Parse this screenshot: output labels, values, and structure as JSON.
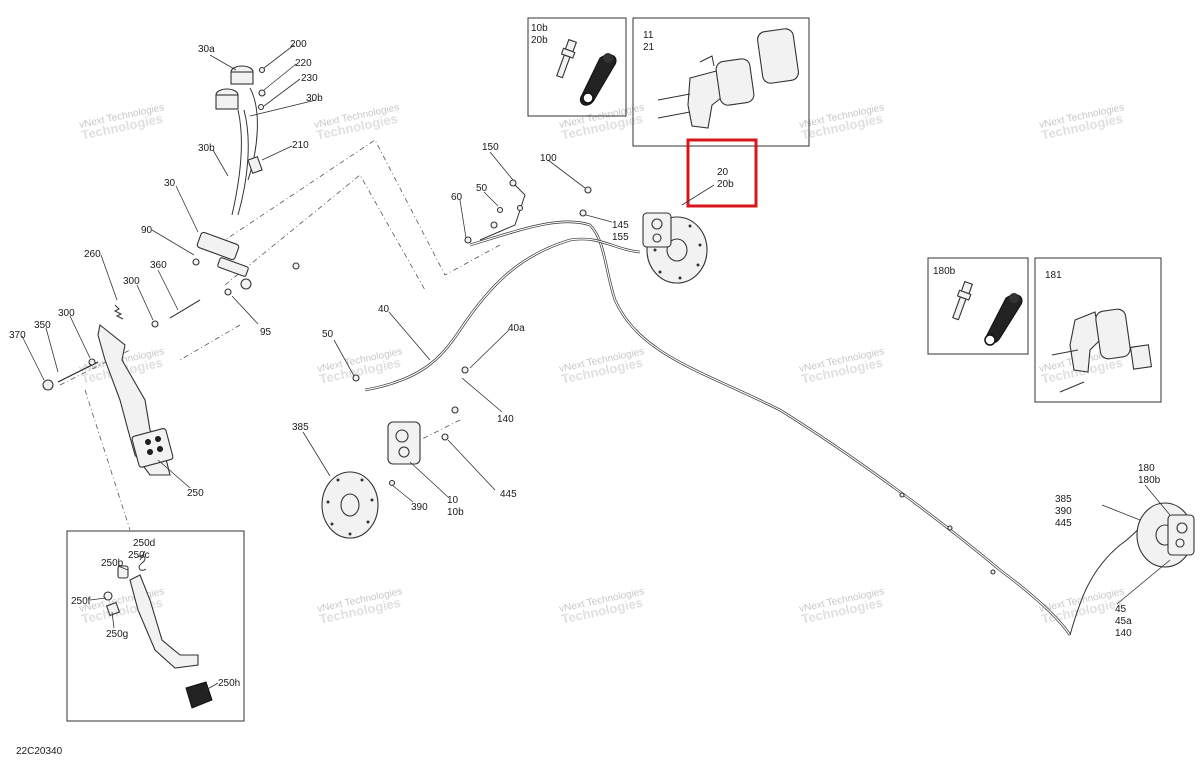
{
  "diagram_code": "22C20340",
  "watermark": {
    "line1": "vNext Technologies",
    "line2": "Technologies"
  },
  "callouts": {
    "c_200": "200",
    "c_30a": "30a",
    "c_220": "220",
    "c_230": "230",
    "c_30b_top": "30b",
    "c_210": "210",
    "c_30b": "30b",
    "c_30": "30",
    "c_90": "90",
    "c_260": "260",
    "c_300a": "300",
    "c_360": "360",
    "c_95": "95",
    "c_370": "370",
    "c_350": "350",
    "c_300b": "300",
    "c_250": "250",
    "c_150": "150",
    "c_100": "100",
    "c_50a": "50",
    "c_60": "60",
    "c_145": "145",
    "c_155": "155",
    "c_40": "40",
    "c_40a": "40a",
    "c_50b": "50",
    "c_140": "140",
    "c_385": "385",
    "c_390": "390",
    "c_10": "10",
    "c_10b": "10b",
    "c_445": "445",
    "inset_10b": "10b",
    "inset_20b": "20b",
    "inset_11": "11",
    "inset_21": "21",
    "hl_20": "20",
    "hl_20b": "20b",
    "inset_180b": "180b",
    "inset_181": "181",
    "r_180": "180",
    "r_180b": "180b",
    "r_385": "385",
    "r_390": "390",
    "r_445": "445",
    "r_45": "45",
    "r_45a": "45a",
    "r_140": "140",
    "i_250d": "250d",
    "i_250c": "250c",
    "i_250b": "250b",
    "i_250f": "250f",
    "i_250g": "250g",
    "i_250h": "250h"
  }
}
